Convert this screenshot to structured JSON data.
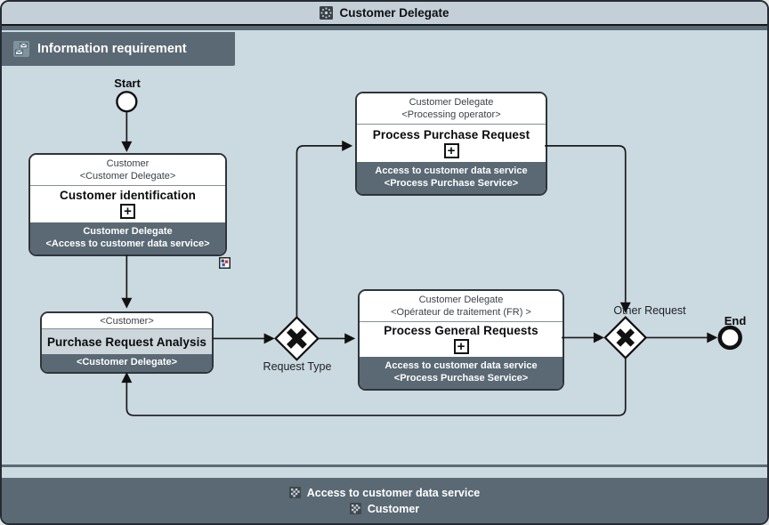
{
  "pool": {
    "title": "Customer Delegate"
  },
  "frame": {
    "title": "Information requirement"
  },
  "events": {
    "start_label": "Start",
    "end_label": "End"
  },
  "gateways": {
    "request_type_label": "Request Type",
    "other_request_label": "Other Request"
  },
  "tasks": {
    "customer_identification": {
      "header_line1": "Customer",
      "header_line2": "<Customer Delegate>",
      "title": "Customer identification",
      "footer_line1": "Customer Delegate",
      "footer_line2": "<Access to customer data service>"
    },
    "purchase_request_analysis": {
      "header_line1": "<Customer>",
      "title": "Purchase Request Analysis",
      "footer_line1": "<Customer Delegate>"
    },
    "process_purchase_request": {
      "header_line1": "Customer Delegate",
      "header_line2": "<Processing operator>",
      "title": "Process Purchase Request",
      "footer_line1": "Access to customer data service",
      "footer_line2": "<Process Purchase Service>"
    },
    "process_general_requests": {
      "header_line1": "Customer Delegate",
      "header_line2": "<Opérateur de traitement (FR) >",
      "title": "Process General Requests",
      "footer_line1": "Access to customer data service",
      "footer_line2": "<Process Purchase Service>"
    }
  },
  "participants": {
    "line1": "Access to customer data service",
    "line2": "Customer"
  },
  "marker_plus": "+",
  "colors": {
    "canvas": "#cbd9e0",
    "titlebar": "#c5cfd7",
    "dark_slate": "#5a6974",
    "task_gray_body": "#ccd6db",
    "line": "#1a1a1a",
    "data_icon_red": "#cc3333",
    "data_icon_blue": "#2b5fc7"
  }
}
